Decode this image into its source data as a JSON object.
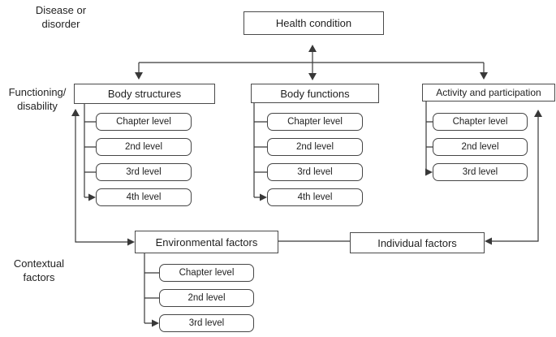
{
  "colors": {
    "background": "#ffffff",
    "box_border": "#4a4a4a",
    "line": "#383838",
    "text": "#1f1f1f"
  },
  "labels": {
    "disease_disorder": {
      "line1": "Disease or",
      "line2": "disorder"
    },
    "functioning_disability": {
      "line1": "Functioning/",
      "line2": "disability"
    },
    "contextual_factors": {
      "line1": "Contextual",
      "line2": "factors"
    }
  },
  "diagram": {
    "health_condition": {
      "title": "Health condition"
    },
    "body_structures": {
      "title": "Body structures",
      "levels": [
        "Chapter level",
        "2nd level",
        "3rd level",
        "4th level"
      ]
    },
    "body_functions": {
      "title": "Body functions",
      "levels": [
        "Chapter level",
        "2nd level",
        "3rd level",
        "4th level"
      ]
    },
    "activity_participation": {
      "title": "Activity and participation",
      "levels": [
        "Chapter level",
        "2nd level",
        "3rd level"
      ]
    },
    "environmental_factors": {
      "title": "Environmental factors",
      "levels": [
        "Chapter level",
        "2nd level",
        "3rd level"
      ]
    },
    "individual_factors": {
      "title": "Individual factors"
    }
  }
}
